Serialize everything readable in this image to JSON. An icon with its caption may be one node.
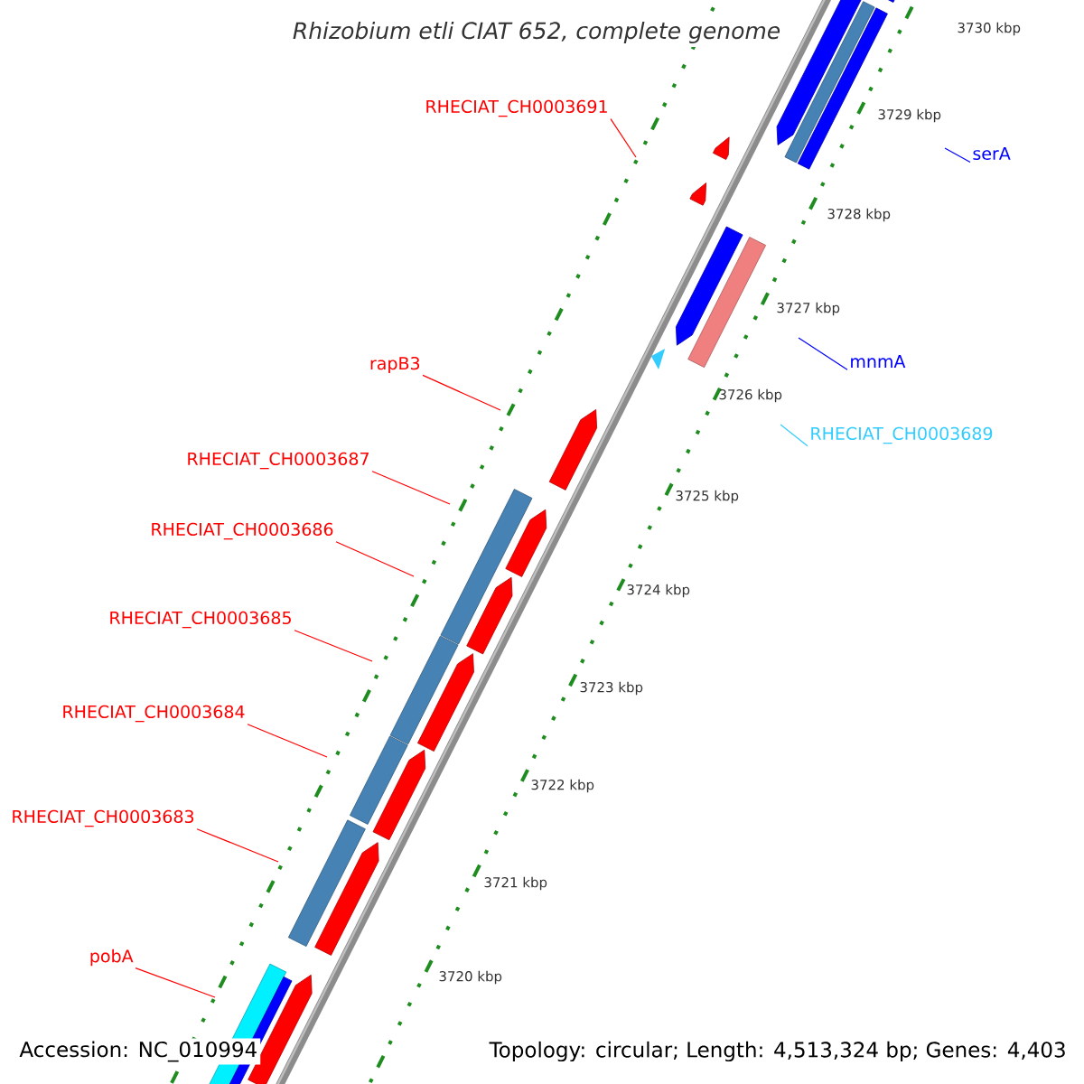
{
  "diagram": {
    "title": "Rhizobium etli CIAT 652, complete genome",
    "nodes": [
      {
        "text": [
          "RHECIAT_CH0003691"
        ]
      },
      {
        "text": [
          "serA"
        ]
      },
      {
        "text": [
          "mnmA"
        ]
      },
      {
        "text": [
          "rapB3"
        ]
      },
      {
        "text": [
          "RHECIAT_CH0003689"
        ]
      },
      {
        "text": [
          "RHECIAT_CH0003687"
        ]
      },
      {
        "text": [
          "RHECIAT_CH0003686"
        ]
      },
      {
        "text": [
          "RHECIAT_CH0003685"
        ]
      },
      {
        "text": [
          "RHECIAT_CH0003684"
        ]
      },
      {
        "text": [
          "RHECIAT_CH0003683"
        ]
      },
      {
        "text": [
          "pobA"
        ]
      }
    ],
    "edges": [
      {
        "from": 0,
        "to": null,
        "arrow": "none"
      },
      {
        "from": 1,
        "to": null,
        "arrow": "none",
        "color": "#0000ff"
      },
      {
        "from": 2,
        "to": null,
        "arrow": "none",
        "color": "#0000ff"
      },
      {
        "from": 3,
        "to": null,
        "arrow": "none"
      },
      {
        "from": 4,
        "to": null,
        "arrow": "none",
        "color": "#33ccff"
      },
      {
        "from": 5,
        "to": null,
        "arrow": "none"
      },
      {
        "from": 6,
        "to": null,
        "arrow": "none"
      },
      {
        "from": 7,
        "to": null,
        "arrow": "none"
      },
      {
        "from": 8,
        "to": null,
        "arrow": "none"
      },
      {
        "from": 9,
        "to": null,
        "arrow": "none"
      },
      {
        "from": 10,
        "to": null,
        "arrow": "none"
      }
    ],
    "labels": [
      "3730 kbp",
      "3729 kbp",
      "3728 kbp",
      "3727 kbp",
      "3726 kbp",
      "3725 kbp",
      "3724 kbp",
      "3723 kbp",
      "3722 kbp",
      "3721 kbp",
      "3720 kbp",
      "Accession: NC_010994",
      "Topology: circular; Length: 4,513,324 bp; Genes: 4,403"
    ]
  }
}
